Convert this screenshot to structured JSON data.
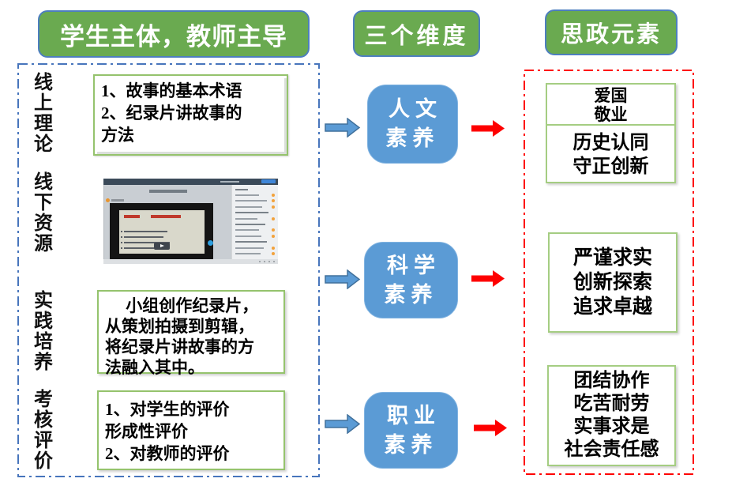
{
  "headers": {
    "left": "学生主体，教师主导",
    "middle": "三个维度",
    "right": "思政元素"
  },
  "left_panel": {
    "row1": {
      "label": "线上理论",
      "text": "1、故事的基本术语\n2、纪录片讲故事的\n方法"
    },
    "row2": {
      "label": "线下资源",
      "content": "course-platform-screenshot"
    },
    "row3": {
      "label": "实践培养",
      "text": "　 小组创作纪录片，\n从策划拍摄到剪辑，\n将纪录片讲故事的方\n法融入其中。"
    },
    "row4": {
      "label": "考核评价",
      "text": "1、对学生的评价\n形成性评价\n2、对教师的评价"
    }
  },
  "dimensions": {
    "box1": "人文\n素养",
    "box2": "科学\n素养",
    "box3": "职业\n素养"
  },
  "elements": {
    "box1_top": "爱国\n敬业",
    "box1_bottom": "历史认同\n守正创新",
    "box2": "严谨求实\n创新探索\n追求卓越",
    "box3": "团结协作\n吃苦耐劳\n实事求是\n社会责任感"
  },
  "colors": {
    "header_green": "#6aaa50",
    "header_border_blue": "#4d7ebf",
    "dimension_blue": "#5b9bd5",
    "blue_arrow_fill": "#5b9bd5",
    "blue_arrow_stroke": "#41719c",
    "red_arrow": "#fe0000",
    "left_panel_dash_border": "#4775bc",
    "right_panel_dash_border": "#fe0000",
    "textbox_border_green": "#95c36d"
  }
}
